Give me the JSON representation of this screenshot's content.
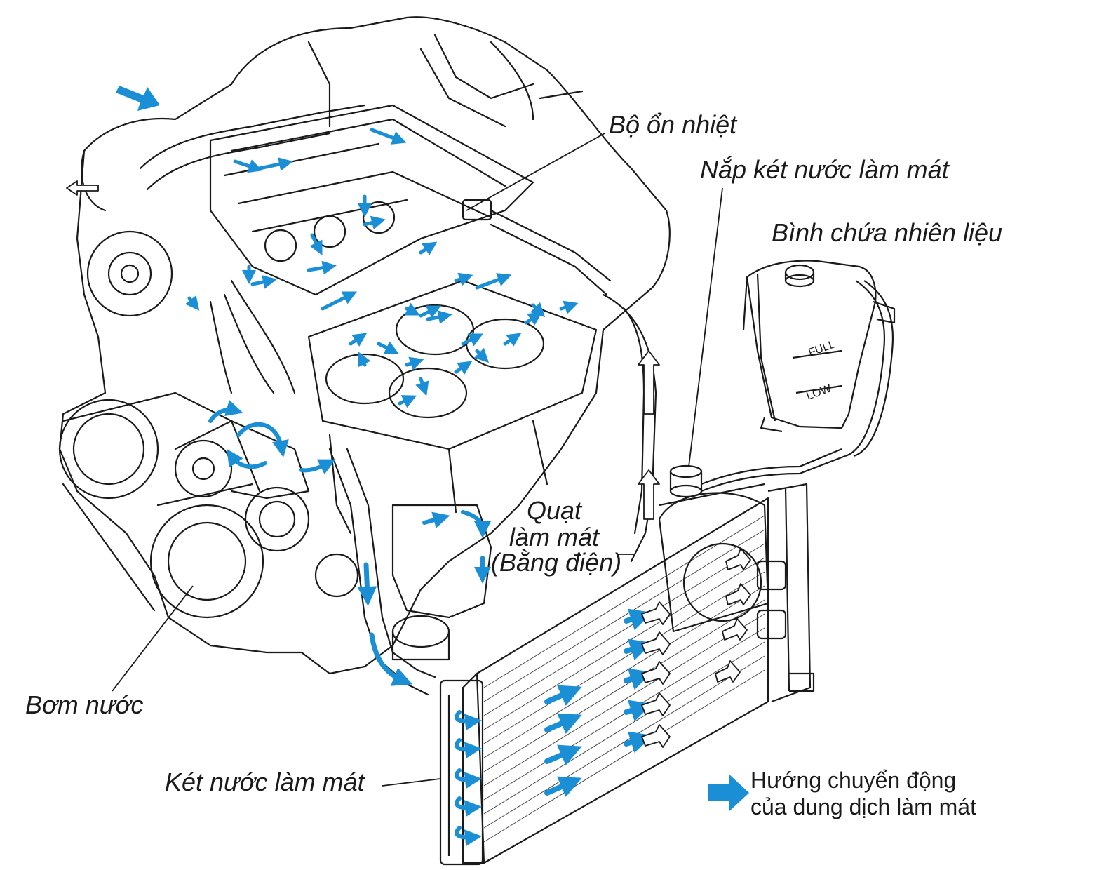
{
  "labels": {
    "thermostat": "Bộ ổn nhiệt",
    "radiator_cap": "Nắp két nước làm mát",
    "reservoir": "Bình chứa nhiên liệu",
    "fan_line1": "Quạt",
    "fan_line2": "làm mát",
    "fan_line3": "(Bằng điện)",
    "water_pump": "Bơm nước",
    "radiator": "Két nước làm mát",
    "tank_full": "FULL",
    "tank_low": "LOW"
  },
  "legend": {
    "line1": "Hướng chuyển động",
    "line2": "của dung dịch làm mát"
  },
  "colors": {
    "flow_arrow": "#1a8fd6",
    "line_art": "#1a1a1a",
    "background": "#ffffff"
  }
}
